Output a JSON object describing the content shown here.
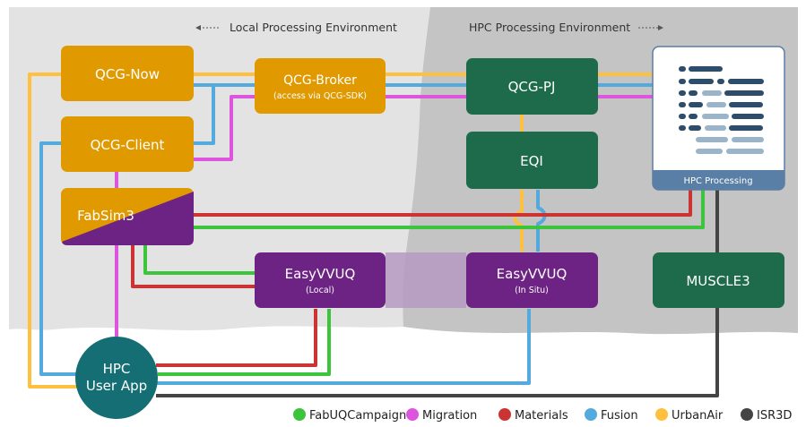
{
  "environments": {
    "local": "Local Processing Environment",
    "hpc": "HPC Processing Environment"
  },
  "nodes": {
    "qcg_now": {
      "label": "QCG-Now"
    },
    "qcg_client": {
      "label": "QCG-Client"
    },
    "qcg_broker": {
      "label": "QCG-Broker",
      "sublabel": "(access via QCG-SDK)"
    },
    "fabsim3": {
      "label": "FabSim3"
    },
    "easyvvuq_local": {
      "label": "EasyVVUQ",
      "sublabel": "(Local)"
    },
    "qcg_pj": {
      "label": "QCG-PJ"
    },
    "eqi": {
      "label": "EQI"
    },
    "easyvvuq_insitu": {
      "label": "EasyVVUQ",
      "sublabel": "(In Situ)"
    },
    "hpc_processing": {
      "label": "HPC Processing"
    },
    "muscle3": {
      "label": "MUSCLE3"
    },
    "hpc_user_app": {
      "label_line1": "HPC",
      "label_line2": "User App"
    }
  },
  "legend": [
    {
      "label": "FabUQCampaign",
      "color": "#3cc43c"
    },
    {
      "label": "Migration",
      "color": "#dd55dd"
    },
    {
      "label": "Materials",
      "color": "#cc3333"
    },
    {
      "label": "Fusion",
      "color": "#55aadd"
    },
    {
      "label": "UrbanAir",
      "color": "#ffc040"
    },
    {
      "label": "ISR3D",
      "color": "#444444"
    }
  ],
  "colors": {
    "qcg_orange": "#e09a00",
    "teal_green": "#1d6b4b",
    "purple": "#6d2384",
    "hpc_blue": "#5a7fa6",
    "user_app_teal": "#146e73"
  }
}
